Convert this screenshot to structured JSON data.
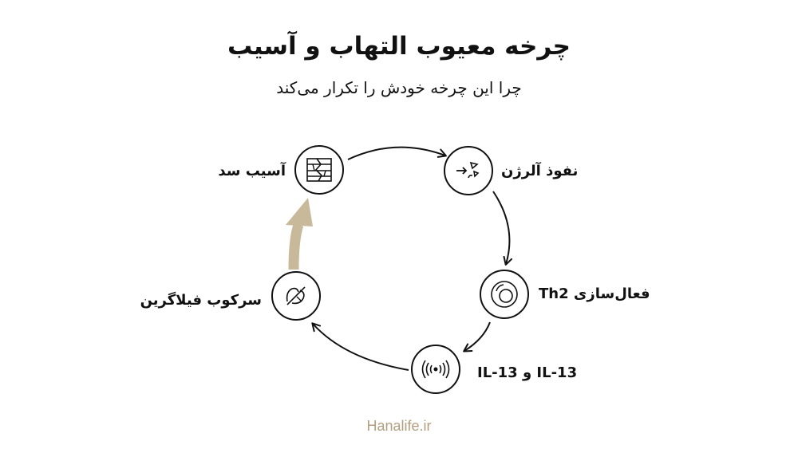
{
  "header": {
    "title": "چرخه معیوب التهاب و آسیب",
    "subtitle": "چرا این چرخه خودش را تکرار می‌کند"
  },
  "cycle": {
    "nodes": [
      {
        "label": "آسیب سد",
        "icon": "cracked-barrier-icon"
      },
      {
        "label": "نفوذ آلرژن",
        "icon": "allergen-particles-icon"
      },
      {
        "label": "فعال‌سازی Th2",
        "icon": "cell-icon"
      },
      {
        "label": "IL-13 و IL-13",
        "icon": "signal-waves-icon"
      },
      {
        "label": "سرکوب فیلاگرین",
        "icon": "broken-link-icon"
      }
    ],
    "colors": {
      "line": "#111111",
      "highlight_arrow": "#c8b99b"
    }
  },
  "footer": {
    "brand": "Hanalife.ir"
  }
}
